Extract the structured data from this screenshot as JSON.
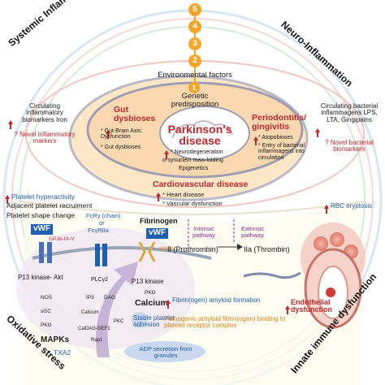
{
  "corners": {
    "top_left": "Systemic Inflammation",
    "top_right": "Neuro-Inflammation",
    "bottom_left": "Oxidative stress",
    "bottom_right": "Innate immune dysfunction"
  },
  "numbers": [
    "5",
    "4",
    "3",
    "2",
    "1"
  ],
  "environmental_factors": "Environmental factors",
  "genetic_predisposition": "Genetic predisposition",
  "center_title": "Parkinson's disease",
  "center_items": [
    "* Neurodegeneration",
    "α-synuclein miss-folding",
    "Epigenetics"
  ],
  "gut": {
    "title": "Gut dysbioses",
    "items": [
      "* Gut-Brain Axis: Dysfunction",
      "* Gut dysbioses"
    ]
  },
  "periodontitis": {
    "title": "Periodontitis/ gingivitis",
    "items": [
      "* Atopobioses",
      "* Entry of bacterial inflammagens into circulation"
    ]
  },
  "cardio": {
    "title": "Cardiovascular disease",
    "items": [
      "* Heart disease",
      "* Vascular dysfunction"
    ]
  },
  "left_markers": {
    "text": "Circulating inflammatory biomarkers Iron",
    "novel": "? Novel inflammatory markers"
  },
  "right_markers": {
    "text": "Circulating bacterial inflammagens LPS, LTA, Gingipains",
    "novel": "? Novel bacterial biomarkers"
  },
  "platelet": {
    "hyperactivity": "Platelet hyperactivity",
    "recruitment": "Adjacent platelet recruiment",
    "shape_change": "Platelet shape change",
    "vwf_left": "vWF",
    "gp": "GP1b-IX-V",
    "fcry": "FcRγ (chain)",
    "or": "or",
    "fcyriia": "FcγRIIa",
    "fibrinogen": "Fibrinogen",
    "vwf_right": "vWF",
    "alphaiib": "αIIbβ3",
    "p13_akt": "P13 kinase- Akt",
    "plcy2": "PLCγ2",
    "p13_kinase": "P13 kinase",
    "nos": "NOS",
    "sgc": "sGC",
    "pkg_left": "PKG",
    "ip3": "IP3",
    "dag": "DAG",
    "calcium_small": "Calcium",
    "pkc": "PKC",
    "caldag": "CalDAG-GEF1",
    "rap1": "Rap1",
    "pkg_mid": "PKG",
    "calcium": "Calcium",
    "mapks": "MAPKs",
    "txa2": "TXA2",
    "stable": "Stable platelet adhesion",
    "adp": "ADP secretion from granules",
    "pathogenic": "Pathogenic amyloid fibrin(ogen) binding to platelet receptor complex",
    "fibrin_amyloid": "Fibrin(ogen) amyloid formation"
  },
  "coag": {
    "intrinsic": "Intrinsic pathway",
    "extrinsic": "Extrinsic pathway",
    "prothrombin": "II (Prothrombin)",
    "thrombin": "IIa (Thrombin)"
  },
  "rbc": {
    "eryptosis": "RBC eryptosis",
    "endothelial": "Endothelial dysfunction"
  },
  "colors": {
    "red": "#c0272d",
    "blue": "#1f5fb3",
    "purple": "#8b2c8f",
    "orange_badge": "#f4a62a"
  }
}
